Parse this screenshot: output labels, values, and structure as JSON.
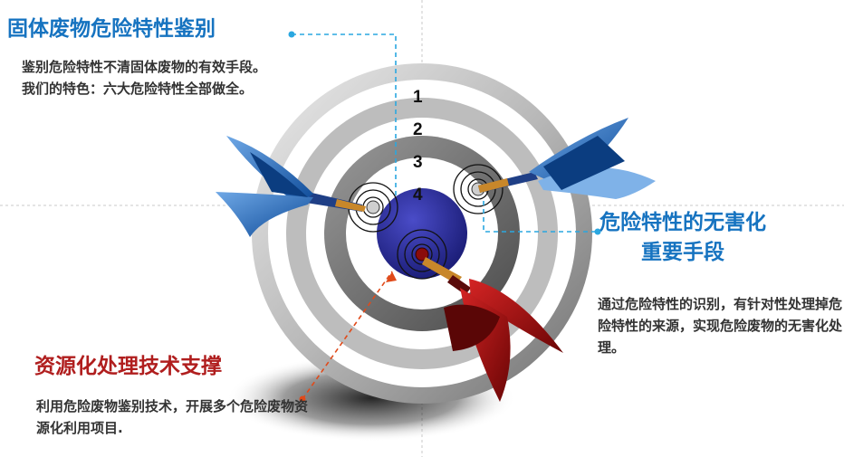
{
  "sections": {
    "top_left": {
      "title": "固体废物危险特性鉴别",
      "lines": [
        "鉴别危险特性不清固体废物的有效手段。",
        "我们的特色：六大危险特性全部做全。"
      ]
    },
    "right": {
      "title_line1": "危险特性的无害化",
      "title_line2": "重要手段",
      "body": "通过危险特性的识别，有针对性处理掉危险特性的来源，实现危险废物的无害化处理。"
    },
    "bottom_left": {
      "title": "资源化处理技术支撑",
      "body": "利用危险废物鉴别技术，开展多个危险废物资源化利用项目."
    }
  },
  "ring_labels": [
    "1",
    "2",
    "3",
    "4"
  ],
  "colors": {
    "blue_title": "#1673c0",
    "red_title": "#b01e1e",
    "connector_blue": "#2aa7e0",
    "connector_red": "#e04a1a",
    "bullseye": "#2d2f9e",
    "dart_blue": "#1559a8",
    "dart_red": "#a00f0f"
  },
  "icons": [
    "dartboard-icon",
    "blue-dart-icon",
    "red-dart-icon"
  ]
}
